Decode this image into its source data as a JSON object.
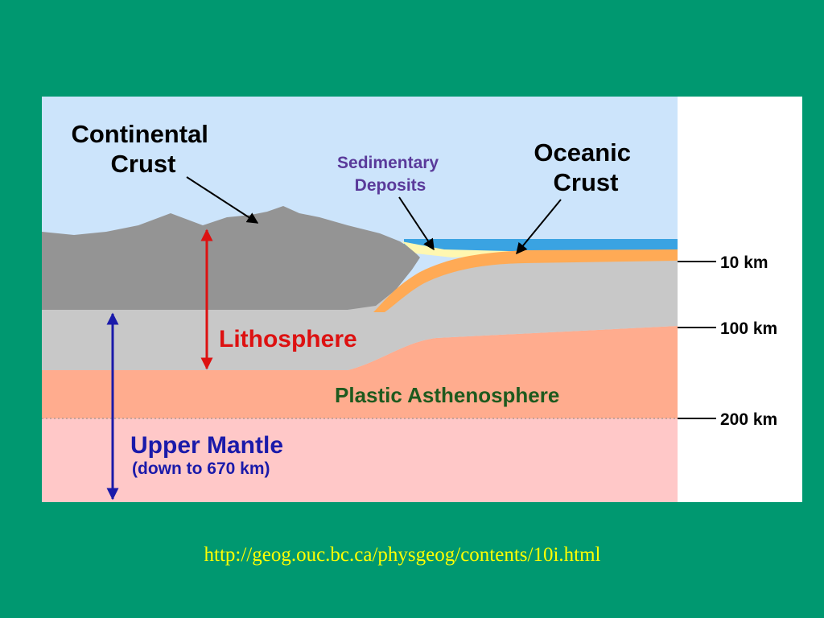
{
  "diagram": {
    "labels": {
      "continental_crust": [
        "Continental",
        "Crust"
      ],
      "sedimentary_deposits": [
        "Sedimentary",
        "Deposits"
      ],
      "oceanic_crust": [
        "Oceanic",
        "Crust"
      ],
      "lithosphere": "Lithosphere",
      "plastic_asthenosphere": "Plastic Asthenosphere",
      "upper_mantle": "Upper Mantle",
      "upper_mantle_note": "(down to 670 km)"
    },
    "depth_markers": [
      "10 km",
      "100 km",
      "200 km"
    ],
    "colors": {
      "sky": "#cce4fb",
      "ocean": "#3aa3e2",
      "continental_crust": "#949494",
      "lithospheric_mantle": "#c8c8c8",
      "asthenosphere": "#ffac8e",
      "upper_mantle": "#ffc8c8",
      "oceanic_crust": "#ffaa55",
      "sediment": "#fff7b0",
      "lithosphere_label": "#dd1111",
      "asthenosphere_label": "#1e5a1e",
      "upper_mantle_label": "#1a1aaa",
      "sedimentary_label": "#5a3a9a"
    }
  },
  "footer": {
    "source_url": "http://geog.ouc.bc.ca/physgeog/contents/10i.html"
  }
}
